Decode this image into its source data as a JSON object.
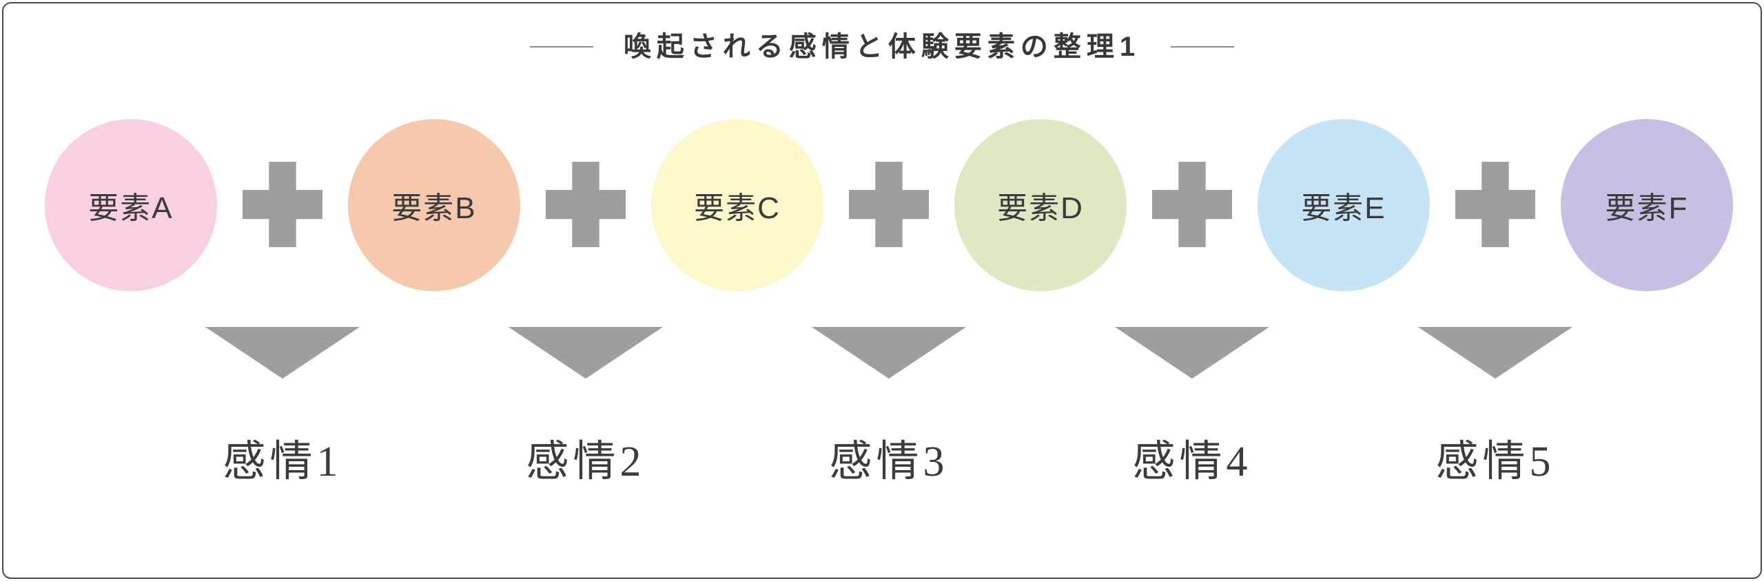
{
  "title": {
    "text": "喚起される感情と体験要素の整理1"
  },
  "elements": [
    {
      "label": "要素A",
      "color": "#f8d0e2"
    },
    {
      "label": "要素B",
      "color": "#f6c9ad"
    },
    {
      "label": "要素C",
      "color": "#fcf8cc"
    },
    {
      "label": "要素D",
      "color": "#dde9c2"
    },
    {
      "label": "要素E",
      "color": "#c6e4f6"
    },
    {
      "label": "要素F",
      "color": "#c8bfe2"
    }
  ],
  "connectors": {
    "plus_icon": "plus",
    "arrow_icon": "triangle-down",
    "color": "#9e9e9e"
  },
  "emotions": [
    {
      "label": "感情1"
    },
    {
      "label": "感情2"
    },
    {
      "label": "感情3"
    },
    {
      "label": "感情4"
    },
    {
      "label": "感情5"
    }
  ],
  "colors": {
    "text_dark": "#383838",
    "border": "#4a4a4a",
    "dash": "#8a8a8a",
    "background": "#ffffff"
  }
}
